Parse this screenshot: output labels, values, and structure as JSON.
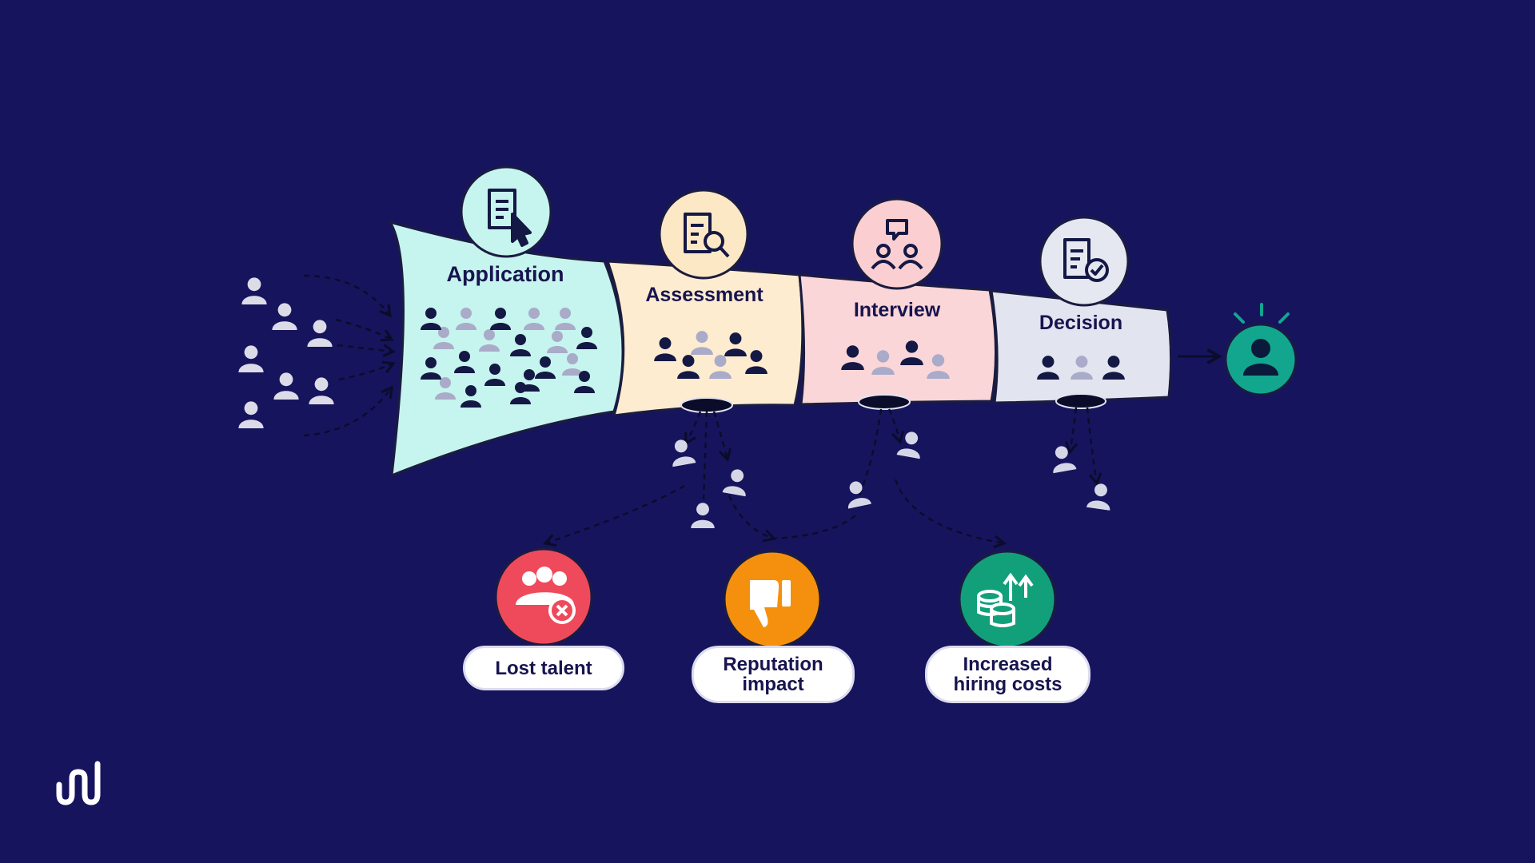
{
  "colors": {
    "background": "#17145e",
    "application": "#c6f4ee",
    "assessment": "#fdeccf",
    "interview": "#fbd6d8",
    "decision": "#e2e4ef",
    "icon_bubble_application": "#c6f4ee",
    "icon_bubble_assessment": "#fde8c6",
    "icon_bubble_interview": "#fbcfd2",
    "icon_bubble_decision": "#e6e8f1",
    "hire": "#12a68f",
    "lost_talent": "#ef4a5b",
    "reputation": "#f5900f",
    "costs": "#12a07b",
    "person_dark": "#141844",
    "person_light": "#a9abc9"
  },
  "stages": [
    {
      "title": "Application",
      "icon": "document-cursor-icon"
    },
    {
      "title": "Assessment",
      "icon": "document-search-icon"
    },
    {
      "title": "Interview",
      "icon": "people-chat-icon"
    },
    {
      "title": "Decision",
      "icon": "document-check-icon"
    }
  ],
  "outcomes": [
    {
      "label": "Lost talent",
      "icon": "people-remove-icon"
    },
    {
      "label": "Reputation\nimpact",
      "icon": "thumbs-down-icon"
    },
    {
      "label": "Increased\nhiring costs",
      "icon": "coins-up-icon"
    }
  ],
  "hire_icon": "person-icon",
  "logo_icon": "brand-logo-icon"
}
